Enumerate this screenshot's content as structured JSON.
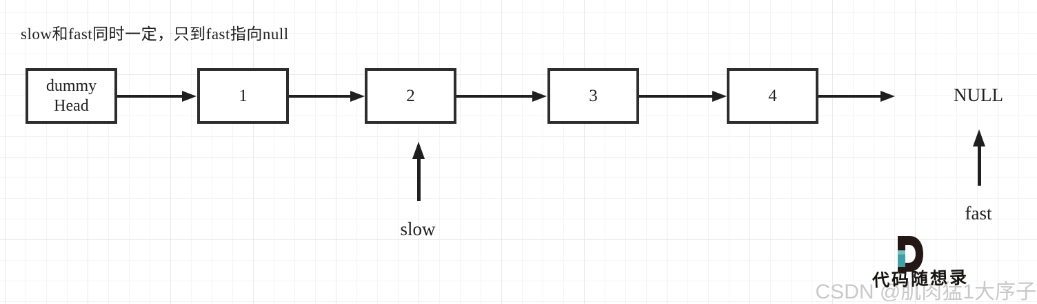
{
  "title": "slow和fast同时一定，只到fast指向null",
  "list": {
    "nodes": [
      {
        "label": "dummy Head"
      },
      {
        "label": "1"
      },
      {
        "label": "2"
      },
      {
        "label": "3"
      },
      {
        "label": "4"
      }
    ],
    "terminal": "NULL"
  },
  "pointers": {
    "slow": "slow",
    "fast": "fast"
  },
  "watermark": {
    "brand": "代码随想录",
    "csdn": "CSDN @肌肉猛1大序子"
  },
  "colors": {
    "ink": "#1f1f1f",
    "box_border": "#2d2d2d",
    "logo_dark": "#231815",
    "logo_teal": "#41a0a3",
    "logo_teal_light": "#79bfc0",
    "watermark_gray": "#c9c9c9"
  }
}
